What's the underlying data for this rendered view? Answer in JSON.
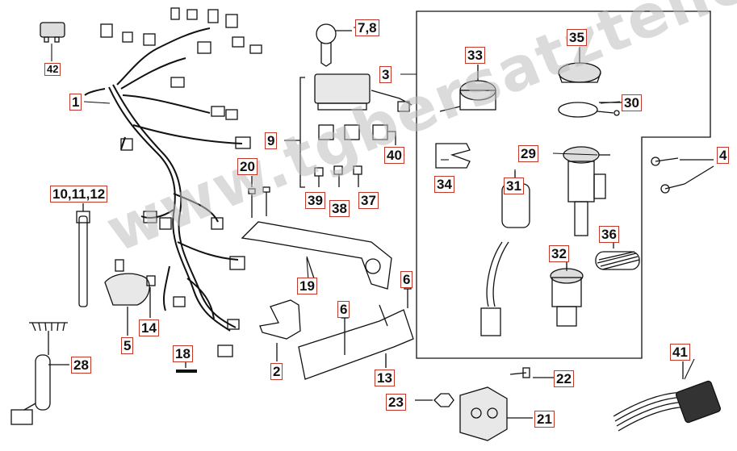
{
  "watermark": "www.tgbersatzteile.de",
  "colors": {
    "label_border": "#c0392b",
    "line": "#111111",
    "watermark": "#bebebe"
  },
  "parts": {
    "p1": "1",
    "p2": "2",
    "p3": "3",
    "p4": "4",
    "p5": "5",
    "p6a": "6",
    "p6b": "6",
    "p78": "7,8",
    "p9": "9",
    "p10_12": "10,11,12",
    "p13": "13",
    "p14": "14",
    "p18": "18",
    "p19": "19",
    "p20": "20",
    "p21": "21",
    "p22": "22",
    "p23": "23",
    "p28": "28",
    "p29": "29",
    "p30": "30",
    "p31": "31",
    "p32": "32",
    "p33": "33",
    "p34": "34",
    "p35": "35",
    "p36": "36",
    "p37": "37",
    "p38": "38",
    "p39": "39",
    "p40": "40",
    "p41": "41",
    "p42": "42"
  }
}
